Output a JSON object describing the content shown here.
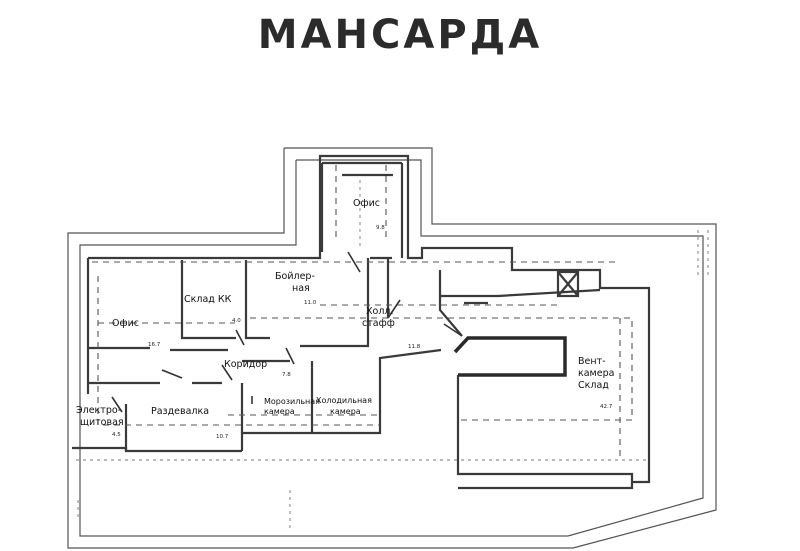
{
  "title": "МАНСАРДА",
  "rooms": [
    {
      "id": "office-top",
      "lines": [
        "Офис"
      ],
      "area": "9.8"
    },
    {
      "id": "boiler",
      "lines": [
        "Бойлер-",
        "ная"
      ],
      "area": "11.0"
    },
    {
      "id": "storage-kk",
      "lines": [
        "Склад КК"
      ],
      "area": "4.0"
    },
    {
      "id": "office-left",
      "lines": [
        "Офис"
      ],
      "area": "16.7"
    },
    {
      "id": "staff-hall",
      "lines": [
        "Холл.",
        "стафф"
      ],
      "area": "11.8"
    },
    {
      "id": "corridor",
      "lines": [
        "Коридор"
      ],
      "area": "7.8"
    },
    {
      "id": "freezer",
      "lines": [
        "Морозильная",
        "камера"
      ],
      "area": ""
    },
    {
      "id": "cold-room",
      "lines": [
        "Холодильная",
        "камера"
      ],
      "area": ""
    },
    {
      "id": "changing",
      "lines": [
        "Раздевалка"
      ],
      "area": "10.7"
    },
    {
      "id": "electrical",
      "lines": [
        "Электро-",
        "щитовая"
      ],
      "area": "4.5"
    },
    {
      "id": "vent-storage",
      "lines": [
        "Вент-",
        "камера",
        "Склад"
      ],
      "area": "42.7"
    }
  ]
}
